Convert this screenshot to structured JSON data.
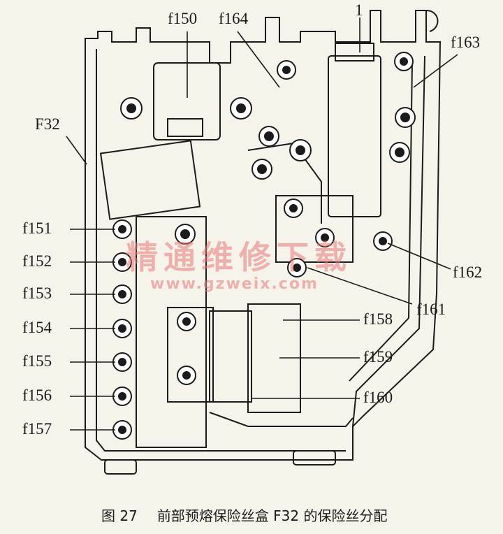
{
  "labels": {
    "f150": "f150",
    "f164": "f164",
    "one": "1",
    "f163": "f163",
    "F32": "F32",
    "f151": "f151",
    "f152": "f152",
    "f153": "f153",
    "f154": "f154",
    "f155": "f155",
    "f156": "f156",
    "f157": "f157",
    "f162": "f162",
    "f161": "f161",
    "f158": "f158",
    "f159": "f159",
    "f160": "f160"
  },
  "watermark": {
    "cn": "精通维修下载",
    "url": "www.gzweix.com"
  },
  "caption": {
    "number": "图 27",
    "text": "前部预熔保险丝盒 F32 的保险丝分配"
  }
}
